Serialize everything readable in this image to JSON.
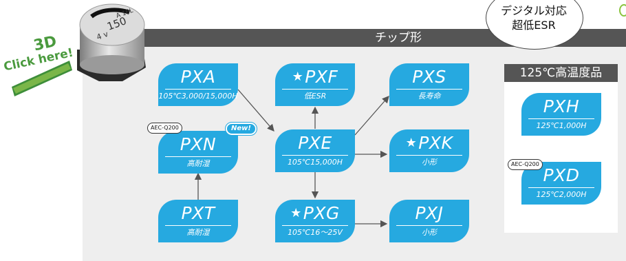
{
  "header": {
    "title": "チップ形"
  },
  "callout": {
    "line1": "デジタル対応",
    "line2": "超低ESR"
  },
  "click3d": {
    "line1": "3D",
    "line2": "Click here!"
  },
  "capacitor": {
    "line1": "A 16L",
    "line2": "150",
    "line3": "4 v"
  },
  "nodes": {
    "pxa": {
      "name": "PXA",
      "sub": "105℃3,000/15,000H"
    },
    "pxn": {
      "name": "PXN",
      "sub": "高耐湿",
      "badge": "AEC-Q200",
      "new": "New!"
    },
    "pxt": {
      "name": "PXT",
      "sub": "高耐湿"
    },
    "pxf": {
      "name": "PXF",
      "sub": "低ESR",
      "star": "★"
    },
    "pxe": {
      "name": "PXE",
      "sub": "105℃15,000H"
    },
    "pxg": {
      "name": "PXG",
      "sub": "105℃16～25V",
      "star": "★"
    },
    "pxs": {
      "name": "PXS",
      "sub": "長寿命"
    },
    "pxk": {
      "name": "PXK",
      "sub": "小形",
      "star": "★"
    },
    "pxj": {
      "name": "PXJ",
      "sub": "小形"
    }
  },
  "high_temp": {
    "title": "125℃高温度品",
    "pxh": {
      "name": "PXH",
      "sub": "125℃1,000H"
    },
    "pxd": {
      "name": "PXD",
      "sub": "125℃2,000H",
      "badge": "AEC-Q200"
    }
  },
  "colors": {
    "node": "#26a9e0",
    "header": "#555555",
    "panel": "#eeeeee",
    "arrow": "#555555",
    "click_green": "#7ab648"
  }
}
